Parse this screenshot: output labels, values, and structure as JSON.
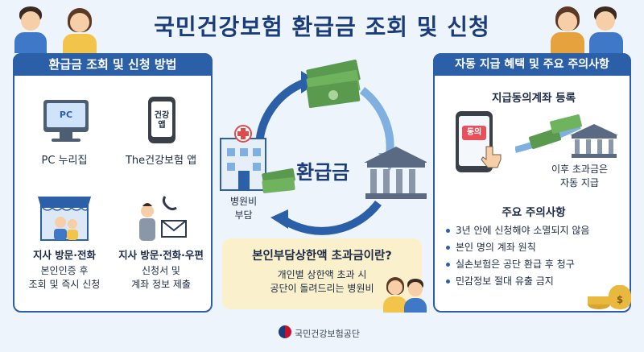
{
  "title": "국민건강보험 환급금 조회 및 신청",
  "left_panel": {
    "heading": "환급금 조회 및 신청 방법",
    "methods": [
      {
        "label": "PC 누리집",
        "icon": "monitor-icon",
        "screen_text": "PC"
      },
      {
        "label": "The건강보험 앱",
        "icon": "phone-icon",
        "screen_text": "건강 앱"
      },
      {
        "label": "지사 방문·전화",
        "sub": "본인인증 후\n조회 및 즉시 신청",
        "icon": "branch-office-icon"
      },
      {
        "label": "지사 방문·전화·우편",
        "sub": "신청서 및\n계좌 정보 제출",
        "icon": "phone-mail-icon"
      }
    ]
  },
  "center": {
    "title": "환급금",
    "hospital_label": "병원비\n부담",
    "callout_question": "본인부담상한액 초과금이란?",
    "callout_answer": "개인별 상한액 초과 시\n공단이 돌려드리는 병원비"
  },
  "right_panel": {
    "heading": "자동 지급 혜택 및 주요 주의사항",
    "account_title": "지급동의계좌 등록",
    "phone_button": "동의",
    "after_label": "이후 초과금은\n자동 지급",
    "notes_title": "주요 주의사항",
    "notes": [
      "3년 안에 신청해야 소멸되지 않음",
      "본인 명의 계좌 원칙",
      "실손보험은 공단 환급 후 청구",
      "민감정보 절대 유출 금지"
    ]
  },
  "footer": "국민건강보험공단",
  "colors": {
    "primary": "#2b5fa8",
    "title": "#1a3c7a",
    "callout_bg": "#fbf0cc",
    "money": "#5a9a4e"
  }
}
